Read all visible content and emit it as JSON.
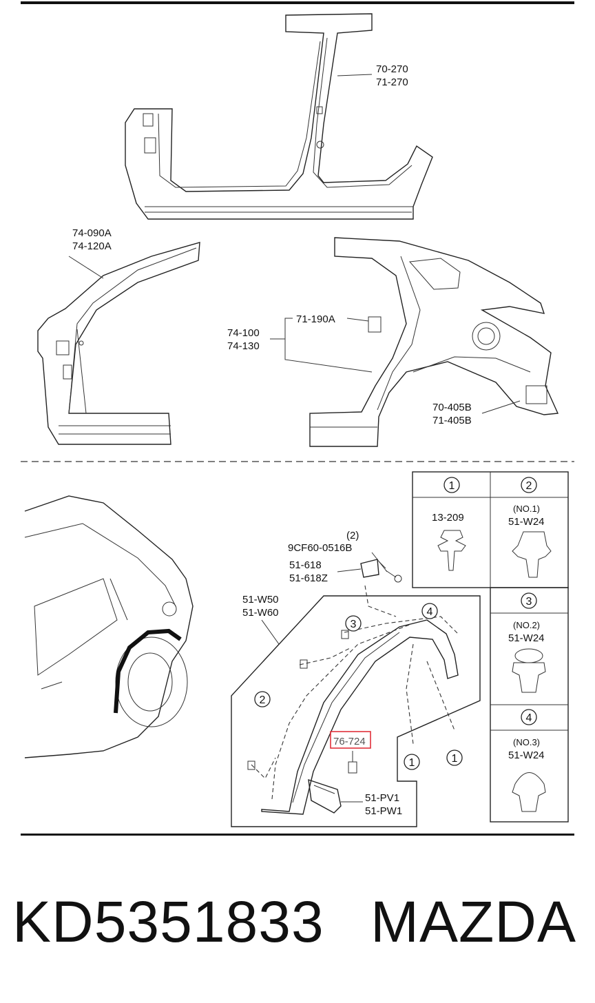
{
  "diagram": {
    "upper_labels": {
      "a": [
        "70-270",
        "71-270"
      ],
      "b": [
        "74-090A",
        "74-120A"
      ],
      "c": "71-190A",
      "d": [
        "74-100",
        "74-130"
      ],
      "e": [
        "70-405B",
        "71-405B"
      ]
    },
    "lower_labels": {
      "screw_qty": "(2)",
      "screw": "9CF60-0516B",
      "bracket": [
        "51-618",
        "51-618Z"
      ],
      "molding": [
        "51-W50",
        "51-W60"
      ],
      "highlighted": "76-724",
      "flap": [
        "51-PV1",
        "51-PW1"
      ]
    },
    "callouts": [
      "1",
      "2",
      "3",
      "4"
    ],
    "legend": [
      {
        "num": "1",
        "sub": "",
        "part": "13-209"
      },
      {
        "num": "2",
        "sub": "(NO.1)",
        "part": "51-W24"
      },
      {
        "num": "3",
        "sub": "(NO.2)",
        "part": "51-W24"
      },
      {
        "num": "4",
        "sub": "(NO.3)",
        "part": "51-W24"
      }
    ],
    "highlight_color": "#e0303a"
  },
  "footer": {
    "part_number": "KD5351833",
    "brand": "MAZDA"
  }
}
